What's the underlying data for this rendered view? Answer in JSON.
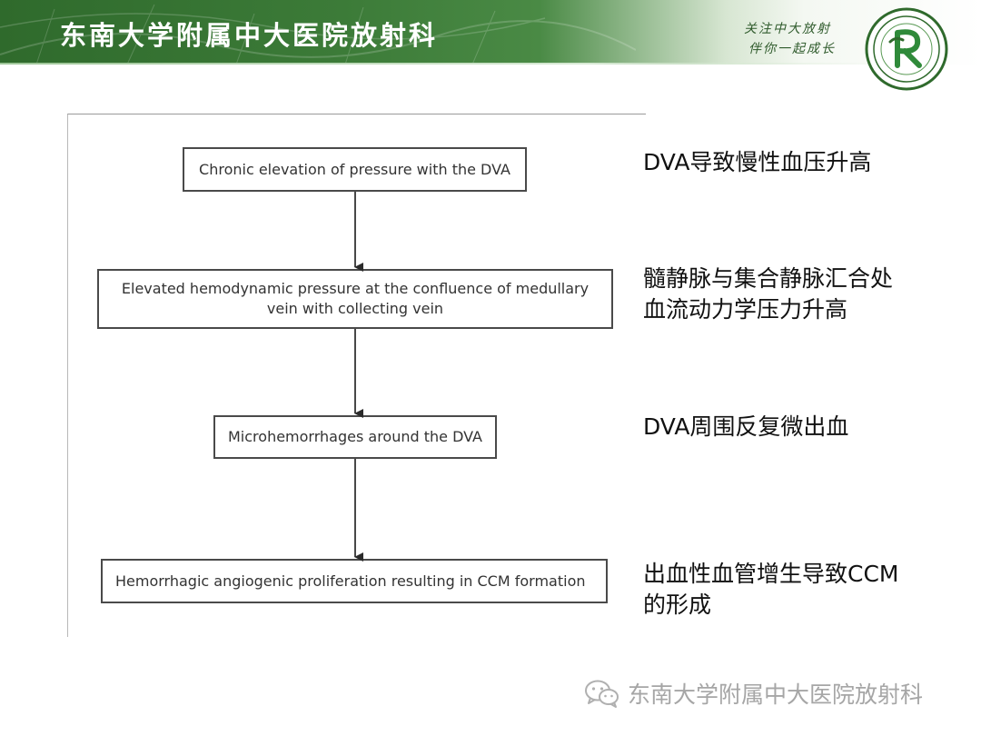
{
  "header": {
    "title": "东南大学附属中大医院放射科",
    "slogan_line1": "关注中大放射",
    "slogan_line2": "伴你一起成长",
    "logo_letter": "R"
  },
  "flowchart": {
    "steps": [
      "Chronic elevation of pressure with the DVA",
      "Elevated hemodynamic pressure at the confluence of medullary vein with collecting vein",
      "Microhemorrhages around the DVA",
      "Hemorrhagic angiogenic proliferation resulting in CCM formation"
    ]
  },
  "annotations": [
    "DVA导致慢性血压升高",
    "髓静脉与集合静脉汇合处\n血流动力学压力升高",
    "DVA周围反复微出血",
    "出血性血管增生导致CCM\n的形成"
  ],
  "watermark": {
    "text": "东南大学附属中大医院放射科"
  },
  "colors": {
    "header_green": "#3c7b38",
    "box_border": "#4a4a4a",
    "watermark_gray": "#a6a6a6"
  }
}
